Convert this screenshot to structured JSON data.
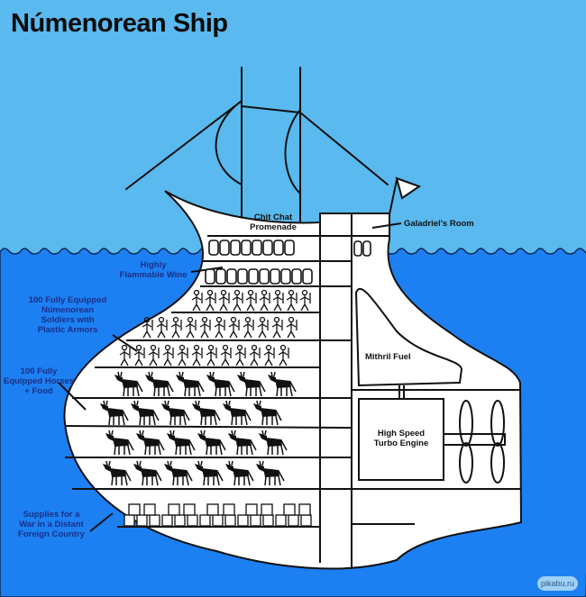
{
  "title": "Númenorean Ship",
  "labels": {
    "promenade": "Chit Chat\nPromenade",
    "galadriel": "Galadriel's Room",
    "wine": "Highly\nFlammable Wine",
    "soldiers": "100 Fully Equipped\nNúmenorean\nSoldiers with\nPlastic Armors",
    "horses": "100 Fully\nEquipped Horses\n+ Food",
    "fuel": "Mithril Fuel",
    "engine": "High Speed\nTurbo Engine",
    "supplies": "Supplies for a\nWar in a Distant\nForeign Country"
  },
  "watermark": "pikabu.ru",
  "colors": {
    "sky": "#5ab9ee",
    "sea": "#1c80f2",
    "hull": "#ffffff",
    "ink": "#111111",
    "label_blue": "#1b2f86"
  }
}
